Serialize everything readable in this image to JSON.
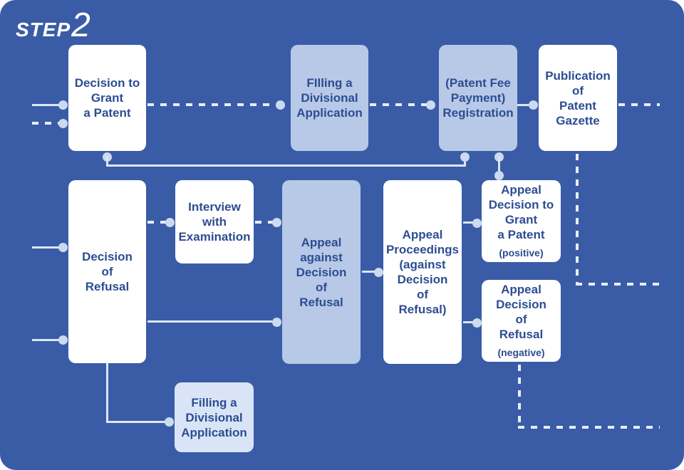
{
  "step": {
    "label": "STEP",
    "number": "2"
  },
  "colors": {
    "background": "#3a5ca7",
    "node_white": "#ffffff",
    "node_blue": "#b7c9e7",
    "node_lightest": "#d9e5f7",
    "text": "#2d4d92",
    "line": "#dce7f5",
    "dash": "#e7eef9",
    "dot": "#ccdaf0"
  },
  "nodes": {
    "decision_grant": {
      "label": "Decision to\nGrant\na Patent"
    },
    "filing_divisional_top": {
      "label": "FIlling a\nDivisional\nApplication"
    },
    "fee_registration": {
      "label": "(Patent Fee\nPayment)\nRegistration"
    },
    "publication_gazette": {
      "label": "Publication\nof\nPatent\nGazette"
    },
    "decision_refusal": {
      "label": "Decision\nof\nRefusal"
    },
    "interview_examination": {
      "label": "Interview\nwith\nExamination"
    },
    "appeal_against_refusal": {
      "label": "Appeal\nagainst\nDecision\nof\nRefusal"
    },
    "appeal_proceedings": {
      "label": "Appeal\nProceedings\n(against\nDecision\nof\nRefusal)"
    },
    "appeal_decision_grant": {
      "label": "Appeal\nDecision to\nGrant\na Patent",
      "sublabel": "(positive)"
    },
    "appeal_decision_refusal": {
      "label": "Appeal\nDecision\nof\nRefusal",
      "sublabel": "(negative)"
    },
    "filing_divisional_bottom": {
      "label": "Filling a\nDivisional\nApplication"
    }
  }
}
